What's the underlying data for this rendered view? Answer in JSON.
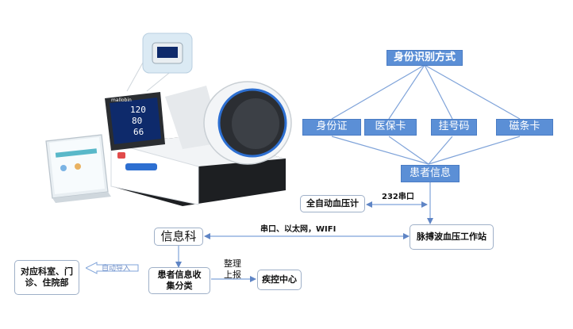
{
  "diagram": {
    "id_methods_title": "身份识别方式",
    "id_methods": [
      "身份证",
      "医保卡",
      "挂号码",
      "磁条卡"
    ],
    "patient_info": "患者信息",
    "bp_meter": "全自动血压计",
    "serial_232": "232串口",
    "workstation": "脉搏波血压工作站",
    "network_label": "串口、以太网，WIFI",
    "info_dept": "信息科",
    "collect_classify": "患者信息收集分类",
    "departments": "对应科室、门诊、住院部",
    "auto_import": "自动导入",
    "organize_report": "整理上报",
    "cdc": "疾控中心"
  },
  "device": {
    "screen_readings": [
      "120",
      "80",
      "66"
    ],
    "brand": "mallobin"
  },
  "colors": {
    "box_blue": "#5b8fd6",
    "line_blue": "#7fa3d9",
    "outline": "#9fb0c8"
  }
}
